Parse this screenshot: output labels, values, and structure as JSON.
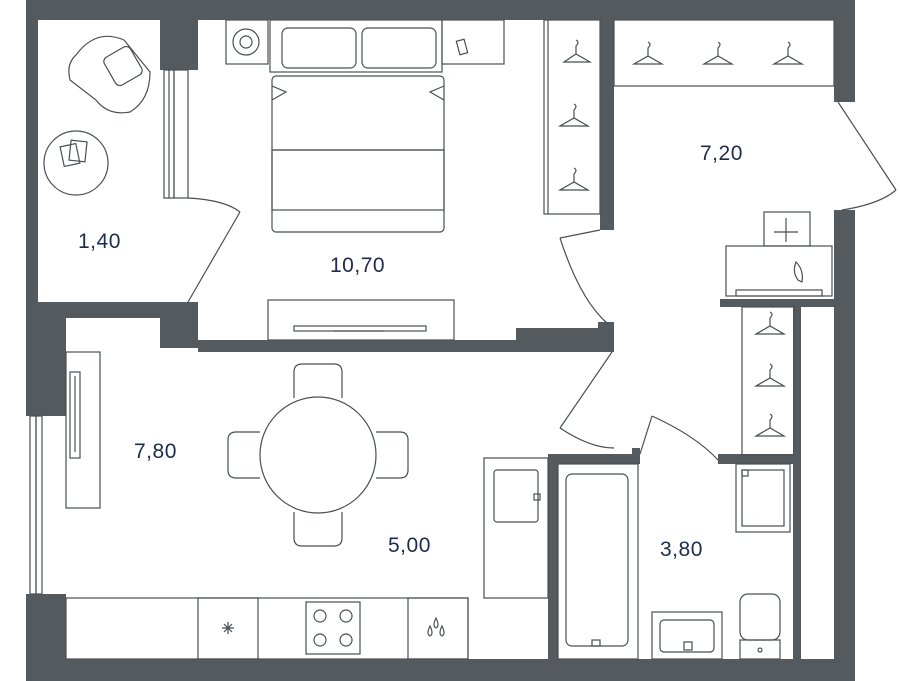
{
  "floor_plan": {
    "colors": {
      "wall": "#555a5e",
      "line": "#4a4f54",
      "background": "#ffffff",
      "label": "#1e2b4a"
    },
    "rooms": [
      {
        "id": "balcony",
        "area": "1,40"
      },
      {
        "id": "bedroom",
        "area": "10,70"
      },
      {
        "id": "hallway",
        "area": "7,20"
      },
      {
        "id": "living-room",
        "area": "7,80"
      },
      {
        "id": "kitchen",
        "area": "5,00"
      },
      {
        "id": "bathroom",
        "area": "3,80"
      }
    ],
    "icons": [
      "armchair-icon",
      "round-table-icon",
      "bed-icon",
      "nightstand-icon",
      "wardrobe-icon",
      "clothes-hanger-icon",
      "tv-stand-icon",
      "dining-table-icon",
      "chair-icon",
      "sofa-icon",
      "fridge-icon",
      "stove-icon",
      "sink-icon",
      "bathtub-icon",
      "washbasin-icon",
      "toilet-icon",
      "washing-machine-icon",
      "door-icon",
      "window-icon"
    ]
  }
}
